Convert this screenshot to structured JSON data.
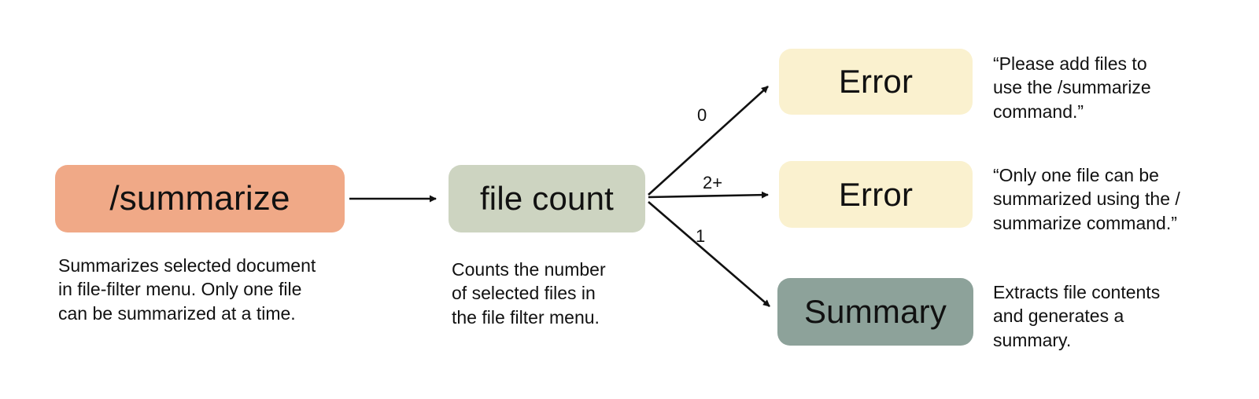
{
  "diagram": {
    "nodes": {
      "summarize": {
        "label": "/summarize",
        "caption": "Summarizes selected document\nin file-filter menu. Only one file\ncan be summarized at a time."
      },
      "file_count": {
        "label": "file count",
        "caption": "Counts the number\nof selected files in\nthe file filter menu."
      },
      "error_zero": {
        "label": "Error",
        "caption": "“Please add files to\nuse the /summarize\ncommand.”"
      },
      "error_many": {
        "label": "Error",
        "caption": "“Only one file can be\nsummarized using the /\nsummarize command.”"
      },
      "summary": {
        "label": "Summary",
        "caption": "Extracts file contents\nand generates a\nsummary."
      }
    },
    "edge_labels": {
      "zero": "0",
      "two_plus": "2+",
      "one": "1"
    },
    "colors": {
      "summarize_bg": "#f0a987",
      "file_count_bg": "#cdd4c1",
      "error_bg": "#faf1cf",
      "summary_bg": "#8da29a",
      "text": "#111111"
    }
  }
}
